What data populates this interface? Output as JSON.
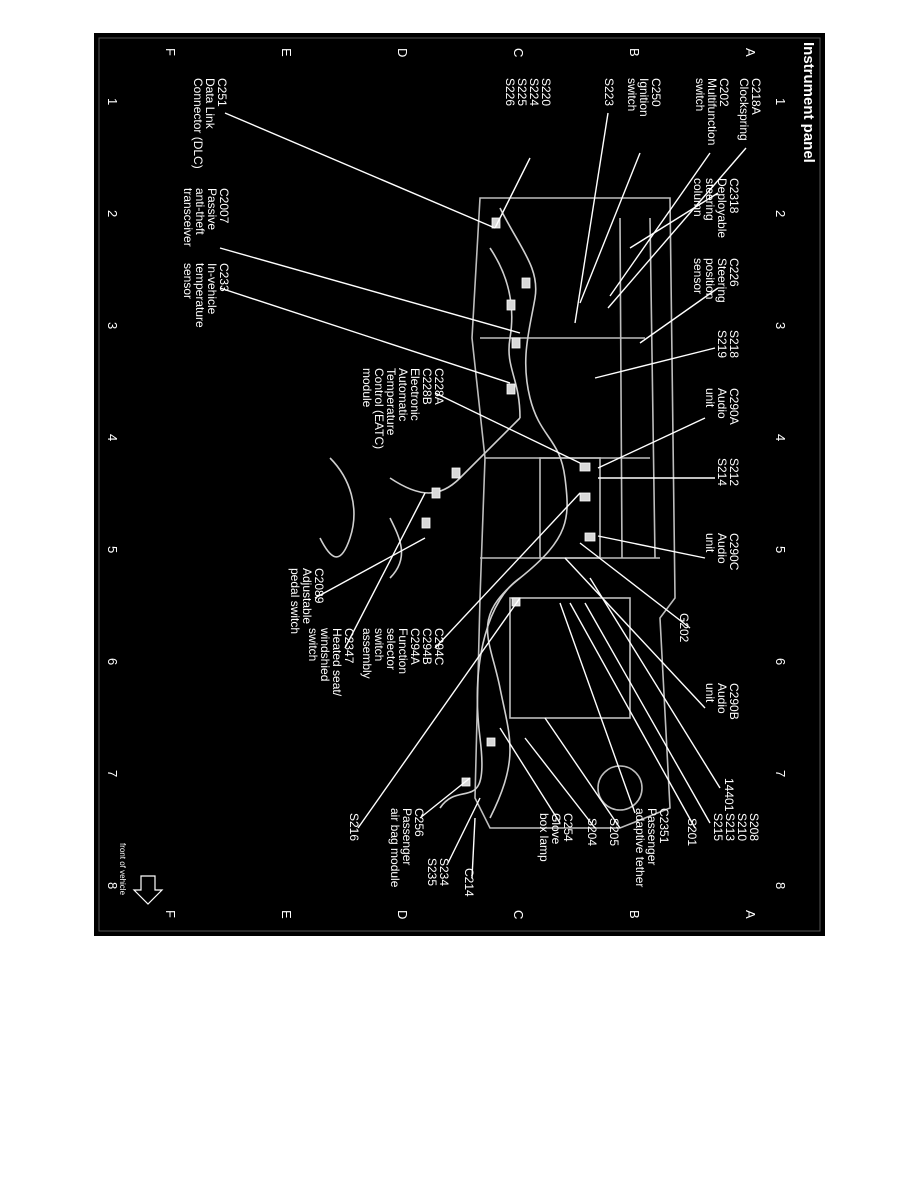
{
  "title": "Instrument panel",
  "grid": {
    "numbers": [
      "1",
      "2",
      "3",
      "4",
      "5",
      "6",
      "7",
      "8"
    ],
    "letters": [
      "A",
      "B",
      "C",
      "D",
      "E",
      "F"
    ]
  },
  "front_label": "front of vehicle",
  "callouts": [
    {
      "id": "c2218a",
      "lines": [
        "C218A",
        "Clockspring"
      ]
    },
    {
      "id": "c202",
      "lines": [
        "C202",
        "Multifunction",
        "switch"
      ]
    },
    {
      "id": "c250",
      "lines": [
        "C250",
        "Ignition",
        "switch"
      ]
    },
    {
      "id": "s223",
      "lines": [
        "S223"
      ]
    },
    {
      "id": "s220",
      "lines": [
        "S220",
        "S224",
        "S225",
        "S226"
      ]
    },
    {
      "id": "c251",
      "lines": [
        "C251",
        "Data Link",
        "Connector (DLC)"
      ]
    },
    {
      "id": "c2318",
      "lines": [
        "C2318",
        "Deployable",
        "steering",
        "column"
      ]
    },
    {
      "id": "c2007",
      "lines": [
        "C2007",
        "Passive",
        "anti-theft",
        "transceiver"
      ]
    },
    {
      "id": "c226",
      "lines": [
        "C226",
        "Steering",
        "position",
        "sensor"
      ]
    },
    {
      "id": "c233",
      "lines": [
        "C233",
        "In-vehicle",
        "temperature",
        "sensor"
      ]
    },
    {
      "id": "s218",
      "lines": [
        "S218",
        "S219"
      ]
    },
    {
      "id": "c228a",
      "lines": [
        "C228A",
        "C228B",
        "Electronic",
        "Automatic",
        "Temperature",
        "Control (EATC)",
        "module"
      ]
    },
    {
      "id": "c290a",
      "lines": [
        "C290A",
        "Audio",
        "unit"
      ]
    },
    {
      "id": "s212",
      "lines": [
        "S212",
        "S214"
      ]
    },
    {
      "id": "c290c",
      "lines": [
        "C290C",
        "Audio",
        "unit"
      ]
    },
    {
      "id": "c2089",
      "lines": [
        "C2089",
        "Adjustable",
        "pedal switch"
      ]
    },
    {
      "id": "g202",
      "lines": [
        "G202"
      ]
    },
    {
      "id": "c294c",
      "lines": [
        "C294C",
        "C294B",
        "C294A",
        "Function",
        "selector",
        "switch",
        "assembly"
      ]
    },
    {
      "id": "c2347",
      "lines": [
        "C2347",
        "Heated seat/",
        "windshied",
        "switch"
      ]
    },
    {
      "id": "c290b",
      "lines": [
        "C290B",
        "Audio",
        "unit"
      ]
    },
    {
      "id": "n14401",
      "lines": [
        "14401"
      ]
    },
    {
      "id": "s208",
      "lines": [
        "S208",
        "S210",
        "S213",
        "S215"
      ]
    },
    {
      "id": "s201",
      "lines": [
        "S201"
      ]
    },
    {
      "id": "c2351",
      "lines": [
        "C2351",
        "Passenger",
        "adaptive tether"
      ]
    },
    {
      "id": "s205",
      "lines": [
        "S205"
      ]
    },
    {
      "id": "s204",
      "lines": [
        "S204"
      ]
    },
    {
      "id": "c254",
      "lines": [
        "C254",
        "Glove",
        "box lamp"
      ]
    },
    {
      "id": "c256",
      "lines": [
        "C256",
        "Passenger",
        "air bag module"
      ]
    },
    {
      "id": "s216",
      "lines": [
        "S216"
      ]
    },
    {
      "id": "s234",
      "lines": [
        "S234",
        "S235"
      ]
    },
    {
      "id": "c214",
      "lines": [
        "C214"
      ]
    }
  ]
}
